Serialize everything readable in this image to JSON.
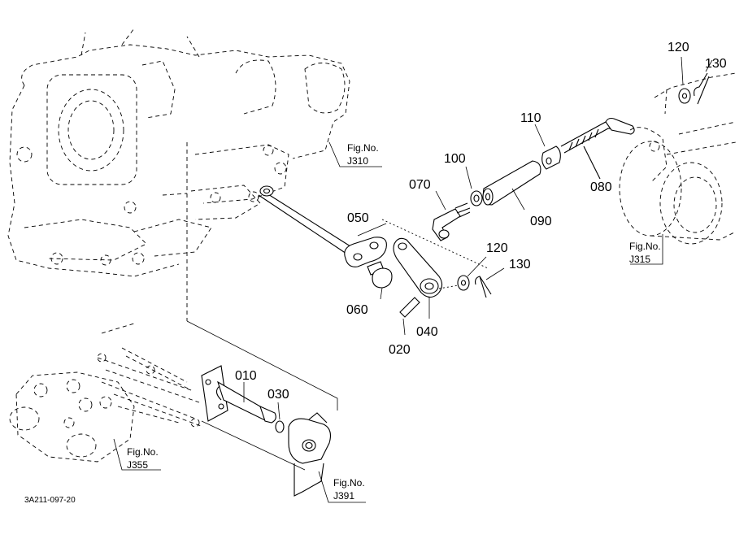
{
  "parts": {
    "p010": "010",
    "p020": "020",
    "p030": "030",
    "p040": "040",
    "p050": "050",
    "p060": "060",
    "p070": "070",
    "p080": "080",
    "p090": "090",
    "p100": "100",
    "p110": "110",
    "p120a": "120",
    "p120b": "120",
    "p130a": "130",
    "p130b": "130"
  },
  "refs": {
    "j310": {
      "label": "Fig.No.",
      "code": "J310"
    },
    "j315": {
      "label": "Fig.No.",
      "code": "J315"
    },
    "j355": {
      "label": "Fig.No.",
      "code": "J355"
    },
    "j391": {
      "label": "Fig.No.",
      "code": "J391"
    }
  },
  "drawing_code": "3A211-097-20"
}
